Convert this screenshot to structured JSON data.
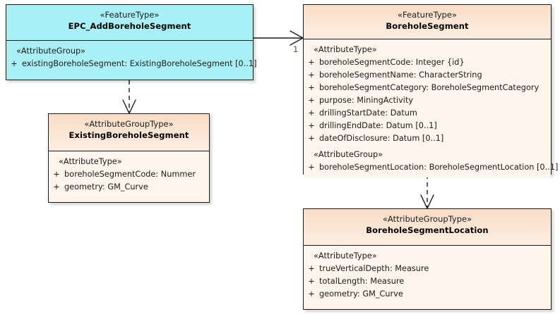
{
  "diagram": {
    "type": "uml-class-diagram",
    "background": "#ffffff",
    "colors": {
      "feature_type_fill": "#a8f0f5",
      "attribute_group_fill": "#fdf4ec",
      "attribute_group_header": "#f9ddc6",
      "border": "#1b1b1b",
      "multiplicity_label": "#6b4a14"
    }
  },
  "classes": {
    "epc_add_borehole_segment": {
      "stereotype": "«FeatureType»",
      "name": "EPC_AddBoreholeSegment",
      "compartments": [
        {
          "group_stereotype": "«AttributeGroup»",
          "attributes": [
            {
              "visibility": "+",
              "text": "existingBoreholeSegment: ExistingBoreholeSegment [0..1]"
            }
          ]
        }
      ]
    },
    "borehole_segment": {
      "stereotype": "«FeatureType»",
      "name": "BoreholeSegment",
      "compartments": [
        {
          "group_stereotype": "«AttributeType»",
          "attributes": [
            {
              "visibility": "+",
              "text": "boreholeSegmentCode: Integer {id}"
            },
            {
              "visibility": "+",
              "text": "boreholeSegmentName: CharacterString"
            },
            {
              "visibility": "+",
              "text": "boreholeSegmentCategory: BoreholeSegmentCategory"
            },
            {
              "visibility": "+",
              "text": "purpose: MiningActivity"
            },
            {
              "visibility": "+",
              "text": "drillingStartDate: Datum"
            },
            {
              "visibility": "+",
              "text": "drillingEndDate: Datum [0..1]"
            },
            {
              "visibility": "+",
              "text": "dateOfDisclosure: Datum [0..1]"
            }
          ]
        },
        {
          "group_stereotype": "«AttributeGroup»",
          "attributes": [
            {
              "visibility": "+",
              "text": "boreholeSegmentLocation: BoreholeSegmentLocation [0..1]"
            }
          ]
        }
      ]
    },
    "existing_borehole_segment": {
      "stereotype": "«AttributeGroupType»",
      "name": "ExistingBoreholeSegment",
      "compartments": [
        {
          "group_stereotype": "«AttributeType»",
          "attributes": [
            {
              "visibility": "+",
              "text": "boreholeSegmentCode: Nummer"
            },
            {
              "visibility": "+",
              "text": "geometry: GM_Curve"
            }
          ]
        }
      ]
    },
    "borehole_segment_location": {
      "stereotype": "«AttributeGroupType»",
      "name": "BoreholeSegmentLocation",
      "compartments": [
        {
          "group_stereotype": "«AttributeType»",
          "attributes": [
            {
              "visibility": "+",
              "text": "trueVerticalDepth: Measure"
            },
            {
              "visibility": "+",
              "text": "totalLength: Measure"
            },
            {
              "visibility": "+",
              "text": "geometry: GM_Curve"
            }
          ]
        }
      ]
    }
  },
  "connectors": [
    {
      "id": "assoc-epc-to-boreholesegment",
      "kind": "association",
      "style": "solid",
      "arrowhead": "open",
      "from": "epc_add_borehole_segment",
      "to": "borehole_segment",
      "target_multiplicity": "1"
    },
    {
      "id": "dep-epc-to-existing",
      "kind": "dependency",
      "style": "dashed",
      "arrowhead": "open",
      "from": "epc_add_borehole_segment",
      "to": "existing_borehole_segment",
      "target_multiplicity": ""
    },
    {
      "id": "dep-boreholesegment-to-location",
      "kind": "dependency",
      "style": "dashed",
      "arrowhead": "open",
      "from": "borehole_segment",
      "to": "borehole_segment_location",
      "target_multiplicity": ""
    }
  ]
}
